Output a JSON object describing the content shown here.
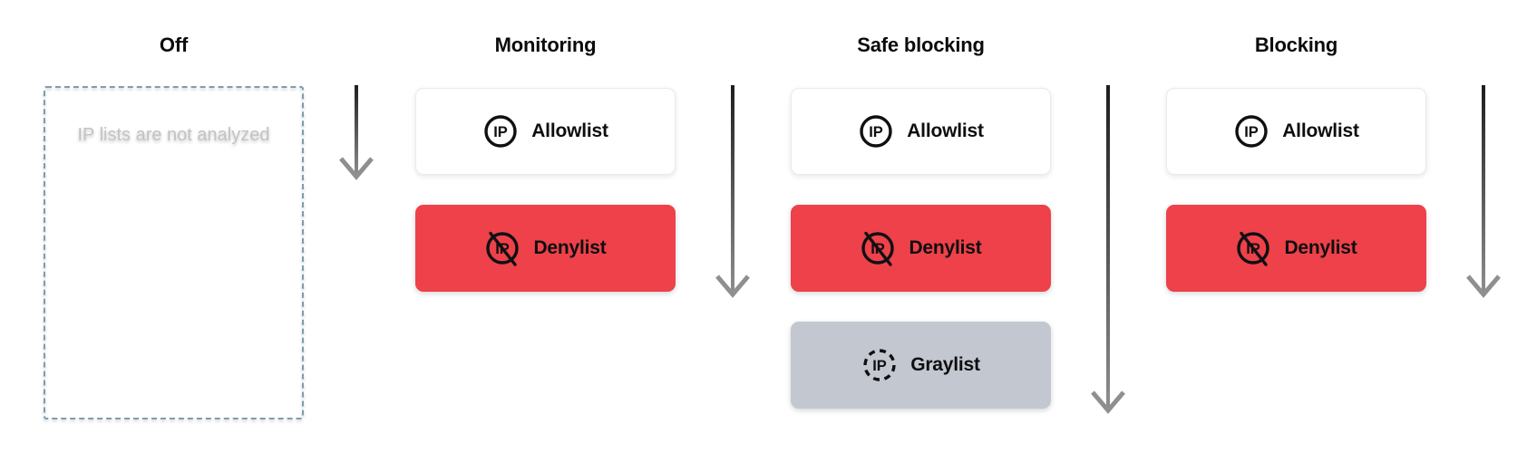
{
  "diagram": {
    "icon_text": "IP",
    "columns": [
      {
        "title": "Off",
        "note": "IP lists are not analyzed",
        "cards": []
      },
      {
        "title": "Monitoring",
        "cards": [
          {
            "label": "Allowlist"
          },
          {
            "label": "Denylist"
          }
        ]
      },
      {
        "title": "Safe blocking",
        "cards": [
          {
            "label": "Allowlist"
          },
          {
            "label": "Denylist"
          },
          {
            "label": "Graylist"
          }
        ]
      },
      {
        "title": "Blocking",
        "cards": [
          {
            "label": "Allowlist"
          },
          {
            "label": "Denylist"
          }
        ]
      }
    ],
    "colors": {
      "allowlist-bg": "#ffffff",
      "allowlist-border": "#eaeaef",
      "denylist-bg": "#ee4149",
      "graylist-bg": "#c3c8d0",
      "card-text": "#0e0e10",
      "title-text": "#0b0b0d",
      "note-text": "#c3c3c7",
      "dashed-border": "#7e9dab",
      "arrow-dark": "#1c1c1c",
      "arrow-light": "#8f8f8f"
    }
  }
}
